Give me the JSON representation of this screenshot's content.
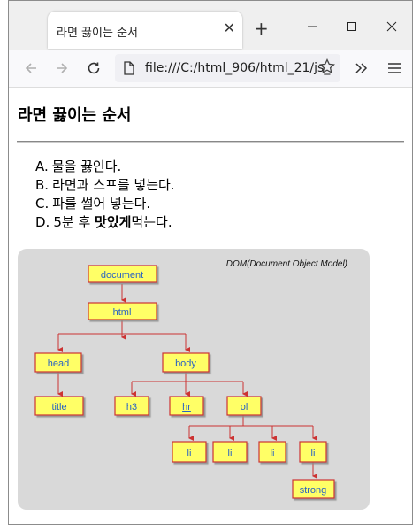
{
  "browser": {
    "tab_title": "라면 끓이는 순서",
    "url": "file:///C:/html_906/html_21/js_",
    "tab_close": "✕",
    "new_tab": "+"
  },
  "page": {
    "heading": "라면 끓이는 순서",
    "steps": [
      {
        "marker": "A.",
        "text": "물을 끓인다."
      },
      {
        "marker": "B.",
        "text": "라면과 스프를 넣는다."
      },
      {
        "marker": "C.",
        "text": "파를 썰어 넣는다."
      },
      {
        "marker": "D.",
        "text_before": "5분 후 ",
        "text_bold": "맛있게",
        "text_after": "먹는다."
      }
    ]
  },
  "dom_figure": {
    "title": "DOM(Document Object Model)",
    "nodes": {
      "document": "document",
      "html": "html",
      "head": "head",
      "body": "body",
      "title": "title",
      "h3": "h3",
      "hr": "hr",
      "ol": "ol",
      "li1": "li",
      "li2": "li",
      "li3": "li",
      "li4": "li",
      "strong": "strong"
    }
  }
}
